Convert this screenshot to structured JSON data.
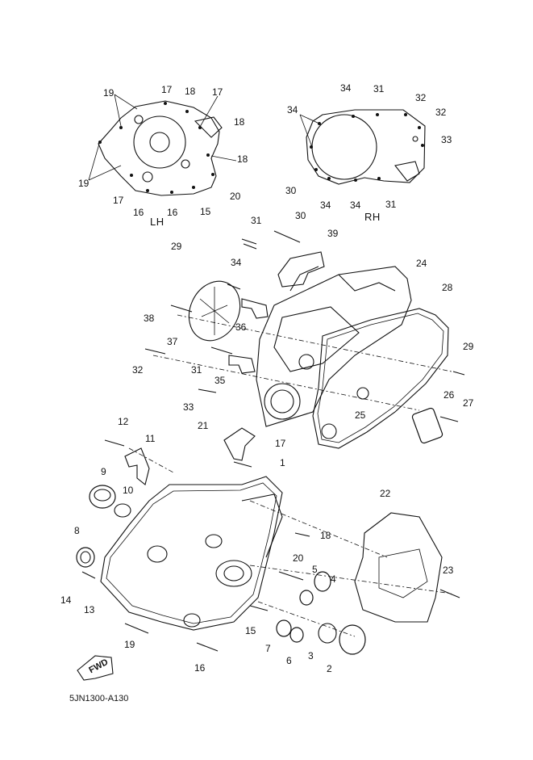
{
  "sections": {
    "lh": "LH",
    "rh": "RH"
  },
  "fwd_label": "FWD",
  "diagram_code": "5JN1300-A130",
  "labels": [
    "19",
    "17",
    "18",
    "17",
    "18",
    "18",
    "19",
    "17",
    "16",
    "16",
    "15",
    "20",
    "34",
    "31",
    "32",
    "32",
    "33",
    "34",
    "30",
    "34",
    "34",
    "31",
    "31",
    "30",
    "29",
    "39",
    "34",
    "24",
    "28",
    "38",
    "36",
    "37",
    "32",
    "31",
    "35",
    "29",
    "33",
    "26",
    "27",
    "25",
    "21",
    "17",
    "12",
    "11",
    "1",
    "9",
    "10",
    "22",
    "8",
    "18",
    "20",
    "5",
    "4",
    "23",
    "14",
    "13",
    "19",
    "15",
    "7",
    "6",
    "3",
    "2",
    "16"
  ]
}
